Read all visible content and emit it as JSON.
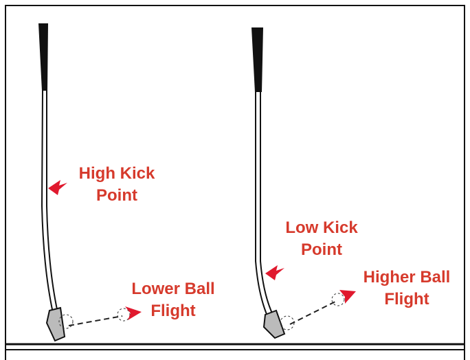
{
  "colors": {
    "label": "#d63a2c",
    "arrow": "#e0192e",
    "line": "#111111",
    "head": "#b8b8b8"
  },
  "left": {
    "kick_label": [
      "High Kick",
      "Point"
    ],
    "flight_label": [
      "Lower Ball",
      "Flight"
    ]
  },
  "right": {
    "kick_label": [
      "Low Kick",
      "Point"
    ],
    "flight_label": [
      "Higher Ball",
      "Flight"
    ]
  }
}
